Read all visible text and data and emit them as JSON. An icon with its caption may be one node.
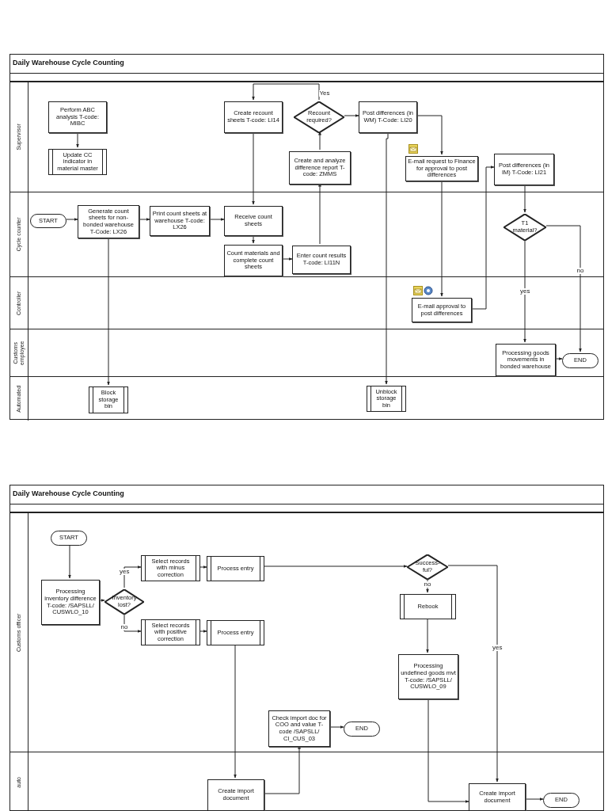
{
  "diagram": {
    "nodes": [
      {
        "text": [
          "Daily Warehouse Cycle Counting"
        ]
      },
      {
        "text": [
          "Supervisor"
        ],
        "in": 0
      },
      {
        "text": [
          "Cycle counter"
        ],
        "in": 0
      },
      {
        "text": [
          "Controller"
        ],
        "in": 0
      },
      {
        "text": [
          "Customs employee"
        ],
        "in": 0
      },
      {
        "text": [
          "Automated"
        ],
        "in": 0
      },
      {
        "text": [
          "Perform ABC analysis T-code: MIBC"
        ],
        "in": 1
      },
      {
        "text": [
          "Update CC indicator in material master"
        ],
        "in": 1
      },
      {
        "text": [
          "Create recount sheets T-code: LI14"
        ],
        "in": 1
      },
      {
        "text": [
          "Recount required?"
        ],
        "in": 1
      },
      {
        "text": [
          "Create and analyze difference report T-code: ZMMS"
        ],
        "in": 1
      },
      {
        "text": [
          "Post differences (in WM) T-Code: LI20"
        ],
        "in": 1
      },
      {
        "text": [
          "E-mail request to Finance for approval to post differences"
        ],
        "in": 1
      },
      {
        "text": [
          "Post differences (in IM) T-Code: LI21"
        ],
        "in": 1
      },
      {
        "text": [
          "START"
        ],
        "in": 2
      },
      {
        "text": [
          "Generate count sheets for non-bonded warehouse T-Code: LX26"
        ],
        "in": 2
      },
      {
        "text": [
          "Print count sheets at warehouse T-code: LX26"
        ],
        "in": 2
      },
      {
        "text": [
          "Receive count sheets"
        ],
        "in": 2
      },
      {
        "text": [
          "Count materials and complete count sheets"
        ],
        "in": 2
      },
      {
        "text": [
          "Enter count results T-code: LI11N"
        ],
        "in": 2
      },
      {
        "text": [
          "T1 material?"
        ],
        "in": 2
      },
      {
        "text": [
          "E-mail approval to post differences"
        ],
        "in": 3
      },
      {
        "text": [
          "Processing goods movements in bonded warehouse"
        ],
        "in": 4
      },
      {
        "text": [
          "END"
        ],
        "in": 4
      },
      {
        "text": [
          "Block storage bin"
        ],
        "in": 5
      },
      {
        "text": [
          "Unblock storage bin"
        ],
        "in": 5
      },
      {
        "text": [
          "Daily Warehouse Cycle Counting"
        ]
      },
      {
        "text": [
          "Customs officer"
        ],
        "in": 26
      },
      {
        "text": [
          "auto"
        ],
        "in": 26
      },
      {
        "text": [
          "START"
        ],
        "in": 27
      },
      {
        "text": [
          "Processing inventory difference T-code: /SAPSLL/ CUSWLO_10"
        ],
        "in": 27
      },
      {
        "text": [
          "Inventory lost?"
        ],
        "in": 27
      },
      {
        "text": [
          "Select records with minus correction"
        ],
        "in": 27
      },
      {
        "text": [
          "Process entry"
        ],
        "in": 27
      },
      {
        "text": [
          "Select records with positive correction"
        ],
        "in": 27
      },
      {
        "text": [
          "Process entry"
        ],
        "in": 27
      },
      {
        "text": [
          "Success-ful?"
        ],
        "in": 27
      },
      {
        "text": [
          "Rebook"
        ],
        "in": 27
      },
      {
        "text": [
          "Processing undefined goods mvt T-code: /SAPSLL/ CUSWLO_09"
        ],
        "in": 27
      },
      {
        "text": [
          "Check import doc for COO and value T-code /SAPSLL/ CI_CUS_03"
        ],
        "in": 27
      },
      {
        "text": [
          "END"
        ],
        "in": 27
      },
      {
        "text": [
          "Create import document"
        ],
        "in": 28
      },
      {
        "text": [
          "Create import document"
        ],
        "in": 28
      },
      {
        "text": [
          "END"
        ],
        "in": 28
      }
    ],
    "edges": [
      {
        "from": 6,
        "to": 7,
        "arrow": "to"
      },
      {
        "from": 14,
        "to": 15,
        "arrow": "to"
      },
      {
        "from": 15,
        "to": 16,
        "arrow": "to"
      },
      {
        "from": 16,
        "to": 17,
        "arrow": "to"
      },
      {
        "from": 8,
        "to": 17,
        "arrow": "to"
      },
      {
        "from": 17,
        "to": 18,
        "arrow": "to"
      },
      {
        "from": 18,
        "to": 19,
        "arrow": "to"
      },
      {
        "from": 19,
        "to": 10,
        "arrow": "to"
      },
      {
        "from": 10,
        "to": 9,
        "arrow": "to"
      },
      {
        "from": 9,
        "to": 8,
        "arrow": "to",
        "label": "Yes"
      },
      {
        "from": 9,
        "to": 11,
        "arrow": "to"
      },
      {
        "from": 11,
        "to": 12,
        "arrow": "to"
      },
      {
        "from": 11,
        "to": 25,
        "arrow": "to"
      },
      {
        "from": 15,
        "to": 24,
        "arrow": "to"
      },
      {
        "from": 12,
        "to": 21,
        "arrow": "to"
      },
      {
        "from": 21,
        "to": 13,
        "arrow": "to"
      },
      {
        "from": 13,
        "to": 20,
        "arrow": "to"
      },
      {
        "from": 20,
        "to": 22,
        "arrow": "to",
        "label": "yes"
      },
      {
        "from": 20,
        "to": 23,
        "arrow": "to",
        "label": "no"
      },
      {
        "from": 22,
        "to": 23,
        "arrow": "to"
      },
      {
        "from": 29,
        "to": 30,
        "arrow": "to"
      },
      {
        "from": 30,
        "to": 31,
        "arrow": "to"
      },
      {
        "from": 31,
        "to": 32,
        "arrow": "to",
        "label": "yes"
      },
      {
        "from": 31,
        "to": 34,
        "arrow": "to",
        "label": "no"
      },
      {
        "from": 32,
        "to": 33,
        "arrow": "to"
      },
      {
        "from": 34,
        "to": 35,
        "arrow": "to"
      },
      {
        "from": 33,
        "to": 36,
        "arrow": "to"
      },
      {
        "from": 36,
        "to": 37,
        "arrow": "to",
        "label": "no"
      },
      {
        "from": 36,
        "to": 42,
        "arrow": "to",
        "label": "yes"
      },
      {
        "from": 37,
        "to": 38,
        "arrow": "to"
      },
      {
        "from": 38,
        "to": 42,
        "arrow": "to"
      },
      {
        "from": 35,
        "to": 41,
        "arrow": "to"
      },
      {
        "from": 41,
        "to": 39,
        "arrow": "to"
      },
      {
        "from": 39,
        "to": 40,
        "arrow": "to"
      },
      {
        "from": 42,
        "to": 43,
        "arrow": "to"
      }
    ]
  }
}
